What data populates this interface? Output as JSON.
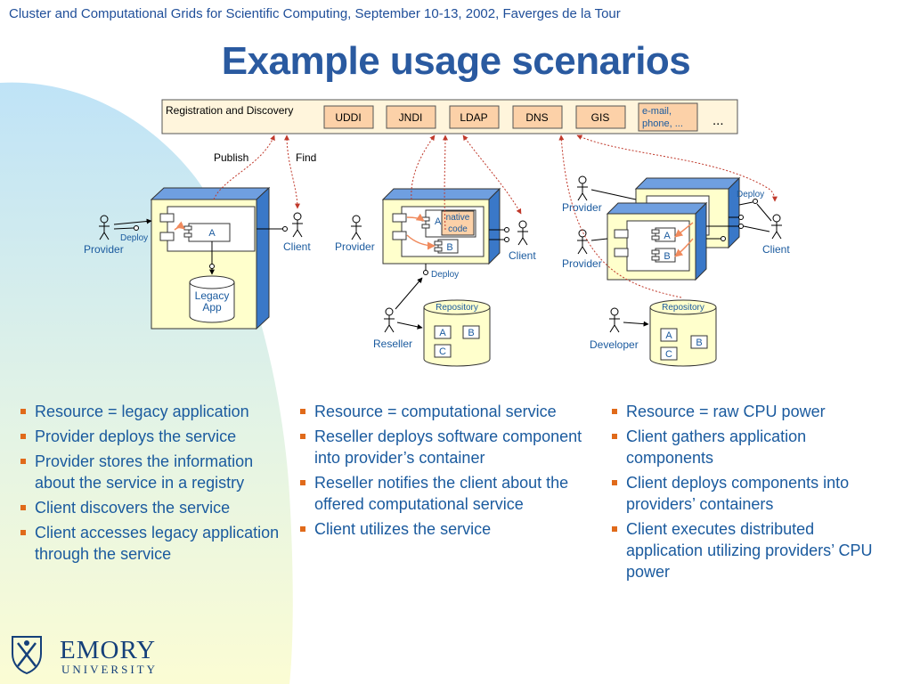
{
  "header": "Cluster and Computational Grids for Scientific Computing, September 10-13, 2002, Faverges de la Tour",
  "title": "Example usage scenarios",
  "registry": {
    "label": "Registration and Discovery",
    "services": [
      "UDDI",
      "JNDI",
      "LDAP",
      "DNS",
      "GIS"
    ],
    "extra_line1": "e-mail,",
    "extra_line2": "phone, ...",
    "ellipsis": "..."
  },
  "scenario1": {
    "provider": "Provider",
    "deploy": "Deploy",
    "component": "A",
    "client": "Client",
    "publish": "Publish",
    "find": "Find",
    "legacy_line1": "Legacy",
    "legacy_line2": "App"
  },
  "scenario2": {
    "provider": "Provider",
    "native_line1": "native",
    "native_line2": "code",
    "comp_a": "A",
    "comp_b": "B",
    "client": "Client",
    "deploy": "Deploy",
    "repository": "Repository",
    "repo_a": "A",
    "repo_b": "B",
    "repo_c": "C",
    "reseller": "Reseller"
  },
  "scenario3": {
    "provider_top": "Provider",
    "provider_bottom": "Provider",
    "deploy": "Deploy",
    "comp_a": "A",
    "comp_b": "B",
    "client": "Client",
    "repository": "Repository",
    "repo_a": "A",
    "repo_b": "B",
    "repo_c": "C",
    "developer": "Developer"
  },
  "bullets": {
    "col1": [
      "Resource = legacy application",
      "Provider deploys the service",
      "Provider stores the information about the service in a registry",
      "Client discovers the service",
      "Client accesses legacy application through the service"
    ],
    "col2": [
      "Resource = computational service",
      "Reseller deploys software component into provider’s container",
      "Reseller notifies the client about the offered computational service",
      "Client utilizes the service"
    ],
    "col3": [
      "Resource = raw CPU power",
      "Client gathers application components",
      "Client deploys components into providers’ containers",
      "Client executes distributed application utilizing providers’ CPU power"
    ]
  },
  "logo": {
    "name": "EMORY",
    "sub": "UNIVERSITY"
  },
  "colors": {
    "title": "#2a5aa0",
    "bullet_text": "#1a5a9e",
    "bullet_marker": "#e06a1a",
    "container": "#ffffcc",
    "container_side": "#3a78c8",
    "service_box": "#fcd1a8",
    "registry_bar": "#fff5dc",
    "dotted_arrow": "#c0392b"
  }
}
